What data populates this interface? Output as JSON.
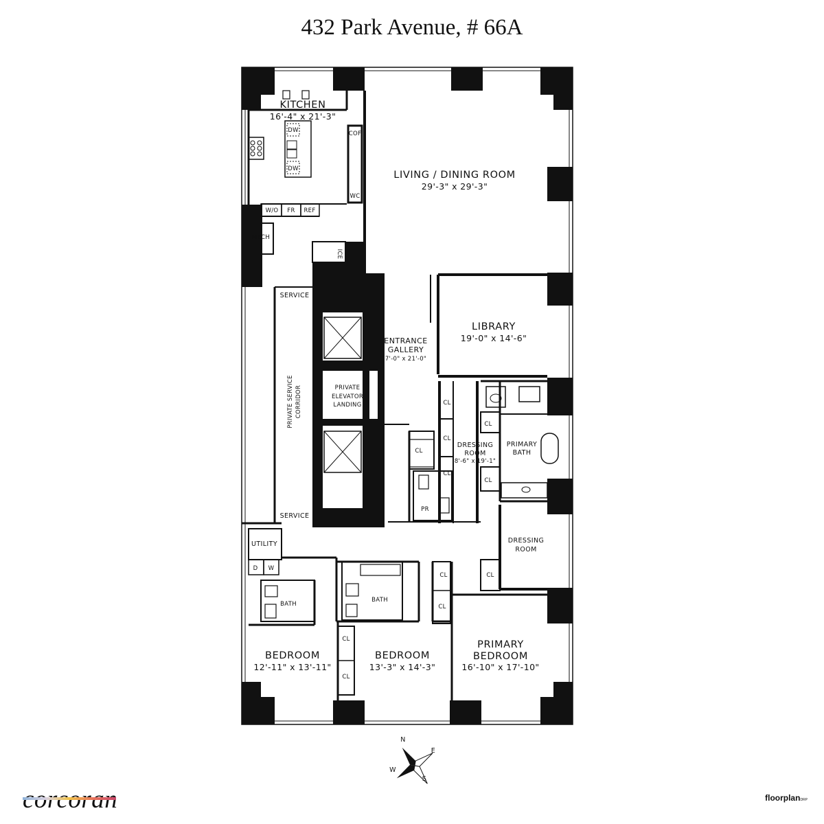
{
  "title": "432 Park Avenue, # 66A",
  "rooms": {
    "kitchen": {
      "name": "KITCHEN",
      "dim": "16'-4\" x 21'-3\""
    },
    "living": {
      "name": "LIVING / DINING ROOM",
      "dim": "29'-3\" x 29'-3\""
    },
    "library": {
      "name": "LIBRARY",
      "dim": "19'-0\" x 14'-6\""
    },
    "entrance": {
      "line1": "ENTRANCE",
      "line2": "GALLERY",
      "dim": "7'-0\" x 21'-0\""
    },
    "elevator": {
      "line1": "PRIVATE",
      "line2": "ELEVATOR",
      "line3": "LANDING"
    },
    "corridor": {
      "name": "PRIVATE SERVICE CORRIDOR",
      "line1": "PRIVATE SERVICE",
      "line2": "CORRIDOR"
    },
    "service_top": "SERVICE",
    "service_bottom": "SERVICE",
    "mech": "MECH",
    "ice": "ICE",
    "cof": "COF",
    "wc": "WC",
    "wo": "W/O",
    "fr": "FR",
    "ref": "REF",
    "dw_top": "DW",
    "dw_bottom": "DW",
    "dressing_room": {
      "line1": "DRESSING",
      "line2": "ROOM",
      "dim": "8'-6\" x 19'-1\""
    },
    "primary_bath": {
      "line1": "PRIMARY",
      "line2": "BATH"
    },
    "dressing_room_2": {
      "line1": "DRESSING",
      "line2": "ROOM"
    },
    "pr": "PR",
    "utility": "UTILITY",
    "d": "D",
    "w": "W",
    "bath1": "BATH",
    "bath2": "BATH",
    "bedroom1": {
      "name": "BEDROOM",
      "dim": "12'-11\" x 13'-11\""
    },
    "bedroom2": {
      "name": "BEDROOM",
      "dim": "13'-3\" x 14'-3\""
    },
    "primary_bedroom": {
      "line1": "PRIMARY",
      "line2": "BEDROOM",
      "dim": "16'-10\" x 17'-10\""
    },
    "cl": "CL"
  },
  "compass": {
    "n": "N",
    "e": "E",
    "s": "S",
    "w": "W"
  },
  "brand": {
    "logo": "corcoran",
    "credit": "floorplan",
    "credit_suffix": "DRP"
  }
}
